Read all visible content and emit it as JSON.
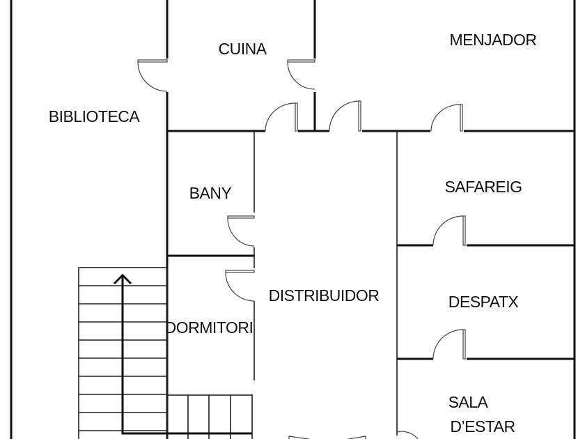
{
  "rooms": {
    "cuina": "CUINA",
    "menjador": "MENJADOR",
    "biblioteca": "BIBLIOTECA",
    "bany": "BANY",
    "safareig": "SAFAREIG",
    "distribuidor": "DISTRIBUIDOR",
    "despatx": "DESPATX",
    "dormitori": "DORMITORI",
    "sala_line1": "SALA",
    "sala_line2": "D’ESTAR"
  }
}
